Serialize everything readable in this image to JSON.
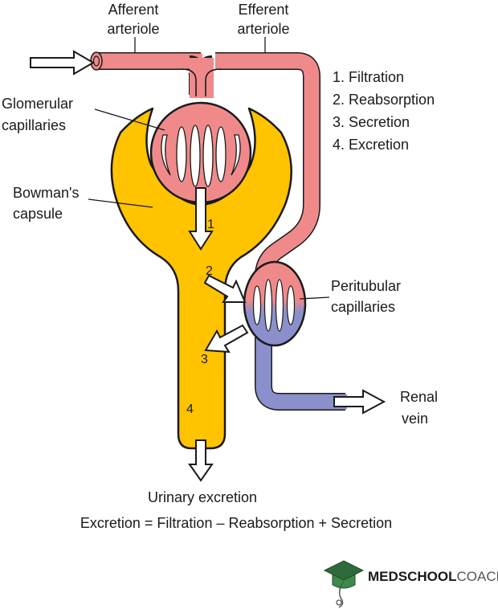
{
  "labels": {
    "afferent": [
      "Afferent",
      "arteriole"
    ],
    "efferent": [
      "Efferent",
      "arteriole"
    ],
    "glomerular": [
      "Glomerular",
      "capillaries"
    ],
    "bowman": [
      "Bowman's",
      "capsule"
    ],
    "peritubular": [
      "Peritubular",
      "capillaries"
    ],
    "renal_vein": [
      "Renal",
      "vein"
    ],
    "urinary": "Urinary excretion"
  },
  "processes": [
    "1. Filtration",
    "2. Reabsorption",
    "3. Secretion",
    "4. Excretion"
  ],
  "step_numbers": [
    "1",
    "2",
    "3",
    "4"
  ],
  "equation": "Excretion = Filtration – Reabsorption + Secretion",
  "brand": {
    "part1": "MEDSCHOOL",
    "part2": "COACH"
  },
  "colors": {
    "artery": "#f08a8a",
    "vein": "#8b90cc",
    "tubule": "#ffc300",
    "outline": "#1a1a1a",
    "brand_green": "#2f6b3a"
  }
}
